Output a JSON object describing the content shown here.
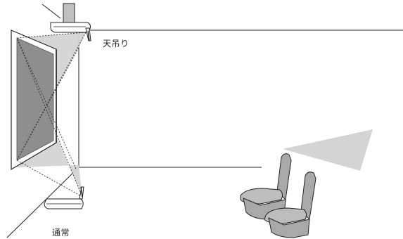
{
  "labels": {
    "ceiling_mount": "天吊り",
    "normal": "通常"
  },
  "colors": {
    "stroke": "#222222",
    "screen_fill": "#8e8e8e",
    "projection_beam": "#d4d4d4",
    "chair_fill": "#a9a9a9",
    "chair_side": "#bdbdbd",
    "projector_fill": "#ffffff"
  },
  "components": {
    "screen": "projection-screen",
    "ceiling_projector": "projector-ceiling-mounted",
    "floor_projector": "projector-floor-placed",
    "seating": "theater-chairs",
    "light_beam": "projection-beam"
  }
}
